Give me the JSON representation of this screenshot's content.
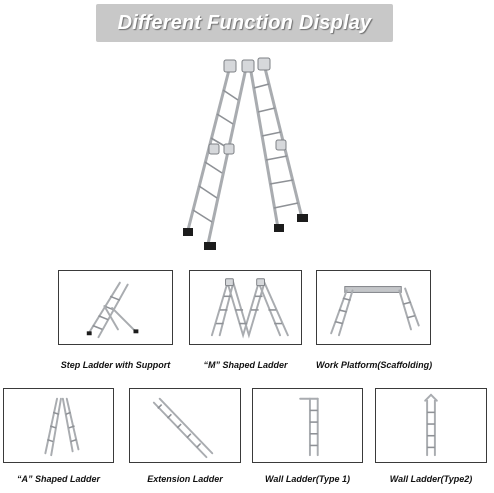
{
  "banner": {
    "title": "Different Function Display"
  },
  "hero": {
    "icon": "folding-ladder-a-frame-icon"
  },
  "modes": [
    {
      "label": "Step Ladder with Support",
      "icon": "step-ladder-support-icon"
    },
    {
      "label": "“M” Shaped Ladder",
      "icon": "m-shaped-ladder-icon"
    },
    {
      "label": "Work Platform(Scaffolding)",
      "icon": "work-platform-icon"
    },
    {
      "label": "“A” Shaped Ladder",
      "icon": "a-shaped-ladder-icon"
    },
    {
      "label": "Extension Ladder",
      "icon": "extension-ladder-icon"
    },
    {
      "label": "Wall Ladder(Type 1)",
      "icon": "wall-ladder-type1-icon"
    },
    {
      "label": "Wall Ladder(Type2)",
      "icon": "wall-ladder-type2-icon"
    }
  ],
  "colors": {
    "banner_bg": "#c8c8c8",
    "card_border": "#3a3a3a",
    "aluminum": "#a9acb0"
  }
}
